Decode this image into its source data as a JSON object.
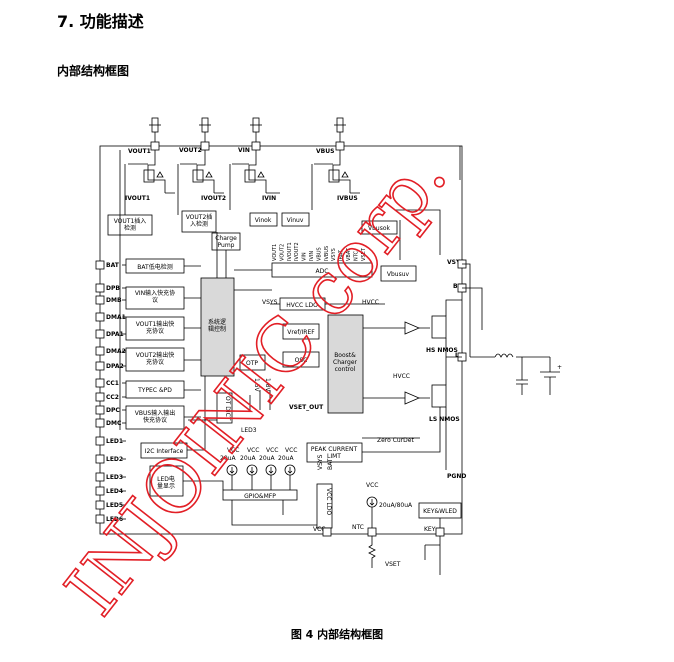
{
  "heading": "7. 功能描述",
  "subheading": "内部结构框图",
  "caption": "图 4 内部结构框图",
  "watermark": "INJOINIC corp.",
  "colors": {
    "watermark": "#e21f26",
    "block_fill": "#d9d9d9"
  },
  "diagram": {
    "top_pins": {
      "vout1": "VOUT1",
      "vout2": "VOUT2",
      "vin": "VIN",
      "vbus": "VBUS"
    },
    "sense": {
      "ivout1": "IVOUT1",
      "ivout2": "IVOUT2",
      "ivin": "IVIN",
      "ivbus": "IVBUS"
    },
    "blocks": {
      "vout1_det": "VOUT1插入\n检测",
      "vout2_det": "VOUT2插\n入检测",
      "charge_pump": "Charge\nPump",
      "vinok": "Vinok",
      "vinuv": "Vinuv",
      "vbusok": "Vbusok",
      "adc": "ADC",
      "bat_det": "BAT低电检测",
      "vin_fast": "VIN输入快充协\n议",
      "vout1_fast": "VOUT1输出快\n充协议",
      "vout2_fast": "VOUT2输出快\n充协议",
      "typec": "TYPEC &PD",
      "vbus_fast": "VBUS输入输出\n快充协议",
      "logic": "系统逻\n辑控制",
      "otp": "OTP",
      "osc": "OSC",
      "hvcc_ldo": "HVCC LDO",
      "vref": "Vref/IREF",
      "boost": "Boost&\nCharger\ncontrol",
      "vbusuv": "Vbusuv",
      "i2c": "I2C Interface",
      "led_disp": "LED电\n量显示",
      "gpio": "GPIO&MFP",
      "peak": "PEAK CURRENT\nLIMT",
      "zero": "Zero CurDet",
      "vcc_ldo": "VCC LDO",
      "key_wled": "KEY&WLED",
      "ot_dict": "OT DICT"
    },
    "adc_inputs": [
      "VOUT1",
      "VOUT2",
      "IVOUT1",
      "IVOUT2",
      "VIN",
      "IVIN",
      "VBUS",
      "IVBUS",
      "VSYS",
      "IBAT",
      "VBAT",
      "NTC",
      "VSET"
    ],
    "left_pins": [
      "BAT",
      "DPB",
      "DMB",
      "DMA1",
      "DPA1",
      "DMA2",
      "DPA2",
      "CC1",
      "CC2",
      "DPC",
      "DMC",
      "LED1",
      "LED2",
      "LED3",
      "LED4",
      "LED5",
      "LED6"
    ],
    "right_labels": {
      "vsys": "VSYS",
      "bst": "BST",
      "hvcc": "HVCC",
      "hs_nmos": "HS NMOS",
      "lx": "LX",
      "ls_nmos": "LS NMOS",
      "pgnd": "PGND"
    },
    "misc": {
      "vsys": "VSYS",
      "hvcc": "HVCC",
      "vset_out": "VSET_OUT",
      "led3": "LED3",
      "v15": "1.5V",
      "v18": "1.8V",
      "vcc": "VCC",
      "i20": "20uA",
      "i2080": "20uA/80uA",
      "ntc": "NTC",
      "vset": "VSET",
      "key": "KEY",
      "bat": "BAT",
      "vsys_small": "VSYS"
    }
  }
}
